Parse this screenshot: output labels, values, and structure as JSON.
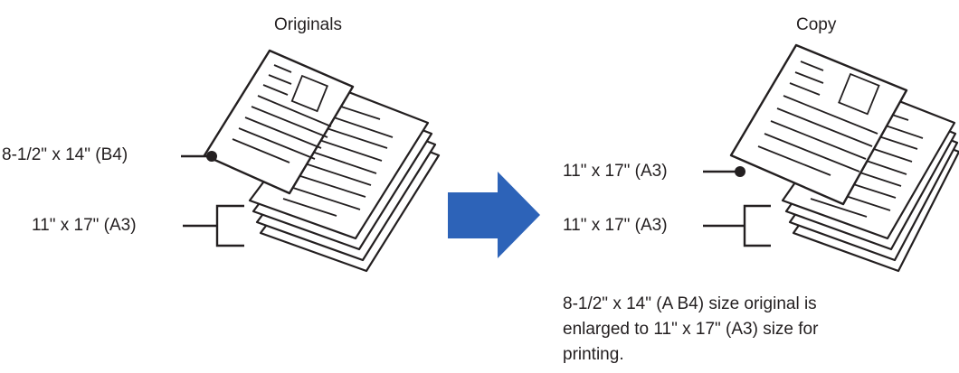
{
  "originals": {
    "heading": "Originals",
    "label_top": "8-1/2\" x 14\" (B4)",
    "label_bottom": "11\" x 17\" (A3)"
  },
  "copy": {
    "heading": "Copy",
    "label_top": "11\" x 17\" (A3)",
    "label_bottom": "11\" x 17\" (A3)"
  },
  "caption": {
    "lines": [
      "8-1/2\" x 14\" (A B4) size original is",
      "enlarged to 11\" x 17\" (A3) size for",
      "printing."
    ]
  },
  "colors": {
    "arrow": "#2d63b8",
    "line": "#231f20",
    "paper": "#ffffff"
  }
}
